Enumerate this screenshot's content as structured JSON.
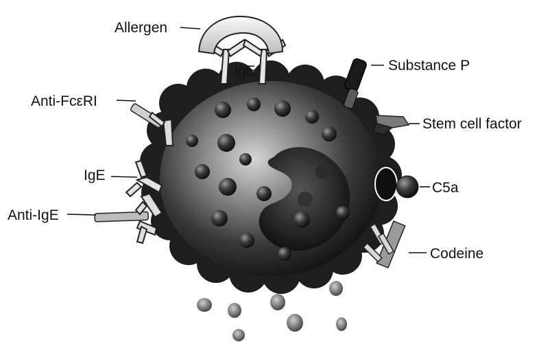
{
  "diagram": {
    "labels": {
      "allergen": "Allergen",
      "ige_top": "IgE",
      "substance_p": "Substance P",
      "anti_fceri": "Anti-FcεRI",
      "stem_cell_factor": "Stem cell factor",
      "ige_left": "IgE",
      "c5a": "C5a",
      "anti_ige": "Anti-IgE",
      "codeine": "Codeine"
    }
  }
}
